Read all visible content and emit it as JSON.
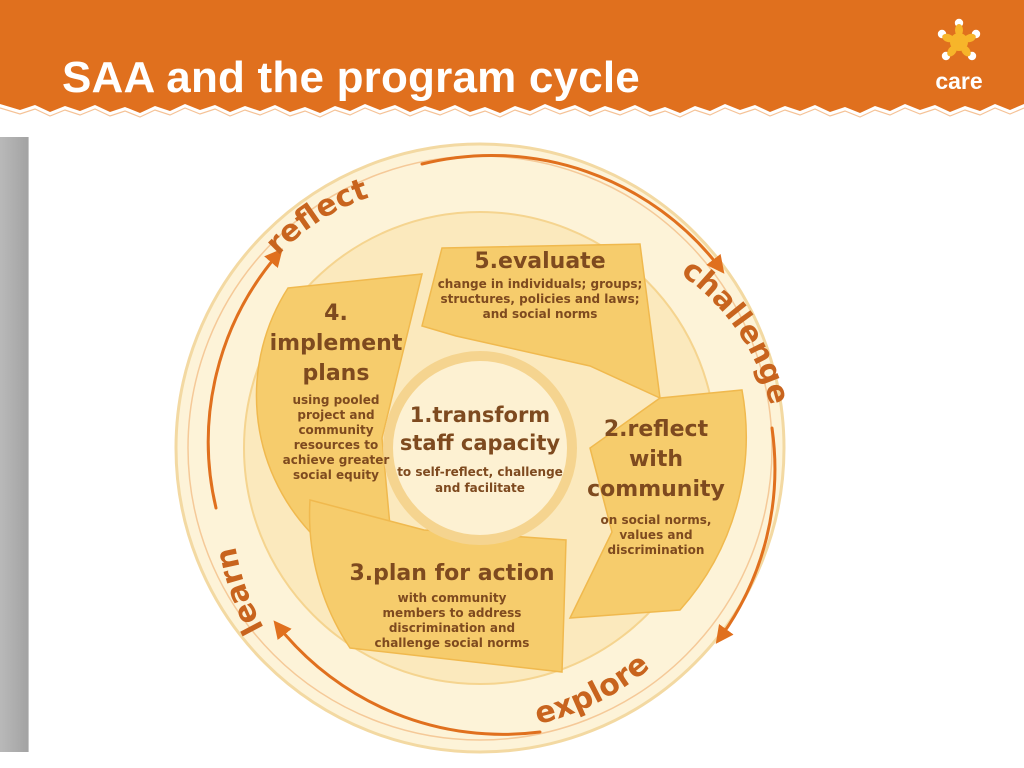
{
  "slide": {
    "title": "SAA and the program cycle",
    "logo_text": "care"
  },
  "colors": {
    "header_orange": "#e0701e",
    "outer_ring_text": "#c8641e",
    "step_title_text": "#7e4a1f",
    "step_body_text": "#7e4a1f",
    "panel_yellow": "#f6cc6c",
    "ring_cream": "#fbe9bd"
  },
  "icons": {
    "logo": "care-people-circle-icon",
    "arrows": "cycle-arrow-icon"
  },
  "cycle": {
    "outer_ring": {
      "reflect": "reflect",
      "challenge": "challenge",
      "explore": "explore",
      "learn": "learn"
    },
    "steps": {
      "transform": {
        "title_line1": "1.transform",
        "title_line2": "staff capacity",
        "body_line1": "to self-reflect, challenge",
        "body_line2": "and facilitate"
      },
      "reflect_community": {
        "title_line1": "2.reflect",
        "title_line2": "with",
        "title_line3": "community",
        "body_line1": "on social norms,",
        "body_line2": "values and",
        "body_line3": "discrimination"
      },
      "plan": {
        "title": "3.plan for action",
        "body_line1": "with community",
        "body_line2": "members to address",
        "body_line3": "discrimination and",
        "body_line4": "challenge social norms"
      },
      "implement": {
        "title_line1": "4.",
        "title_line2": "implement",
        "title_line3": "plans",
        "body_line1": "using pooled",
        "body_line2": "project and",
        "body_line3": "community",
        "body_line4": "resources to",
        "body_line5": "achieve greater",
        "body_line6": "social equity"
      },
      "evaluate": {
        "title": "5.evaluate",
        "body_line1": "change in individuals; groups;",
        "body_line2": "structures, policies and laws;",
        "body_line3": "and social norms"
      }
    }
  }
}
